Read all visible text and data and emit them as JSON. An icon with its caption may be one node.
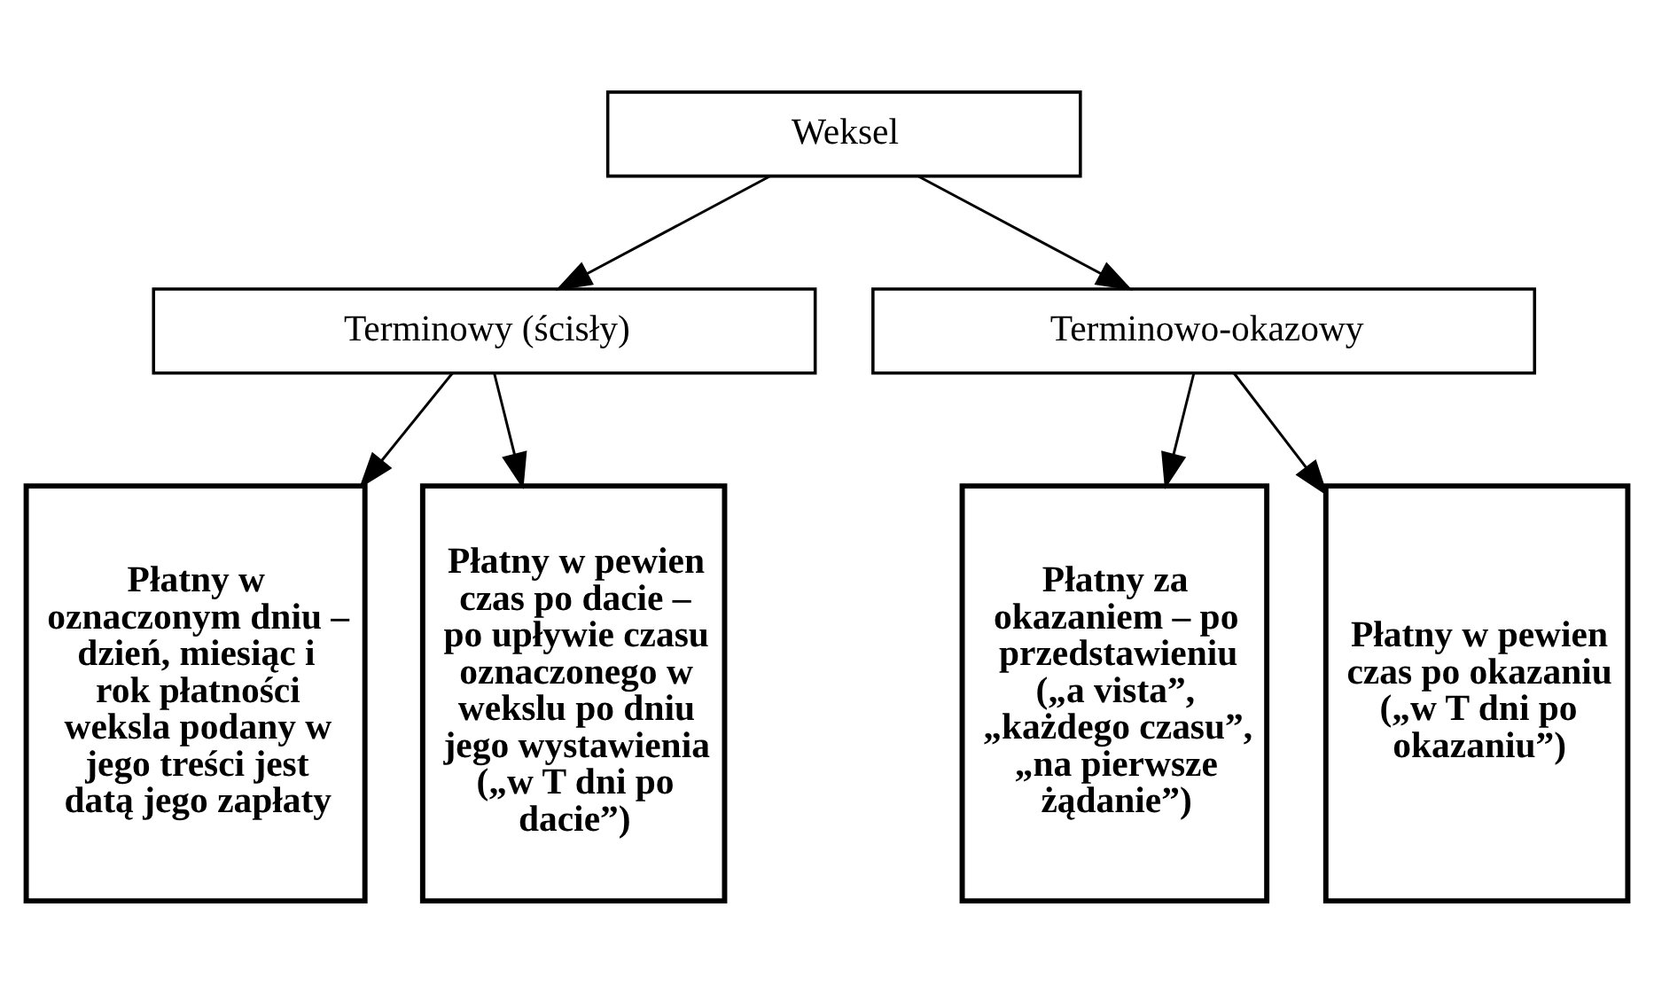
{
  "diagram": {
    "nodes": [
      {
        "text": [
          "Weksel"
        ]
      },
      {
        "text": [
          "Terminowy (ścisły)"
        ]
      },
      {
        "text": [
          "Terminowo-okazowy"
        ]
      },
      {
        "text": [
          "Płatny w oznaczonym dniu – dzień, miesiąc i rok płatności weksla podany w jego treści jest datą jego zapłaty"
        ]
      },
      {
        "text": [
          "Płatny w pewien czas po dacie – po upływie czasu oznaczonego w wekslu po dniu jego wystawienia („w T dni po dacie”)"
        ]
      },
      {
        "text": [
          "Płatny za okazaniem – po przedstawieniu („a vista”, „każdego czasu”, „na pierwsze żądanie”)"
        ]
      },
      {
        "text": [
          "Płatny w pewien czas po okazaniu („w T dni po okazaniu”)"
        ]
      }
    ],
    "edges": [
      {
        "from": 0,
        "to": 1,
        "arrow": "to"
      },
      {
        "from": 0,
        "to": 2,
        "arrow": "to"
      },
      {
        "from": 1,
        "to": 3,
        "arrow": "to"
      },
      {
        "from": 1,
        "to": 4,
        "arrow": "to"
      },
      {
        "from": 2,
        "to": 5,
        "arrow": "to"
      },
      {
        "from": 2,
        "to": 6,
        "arrow": "to"
      }
    ]
  }
}
